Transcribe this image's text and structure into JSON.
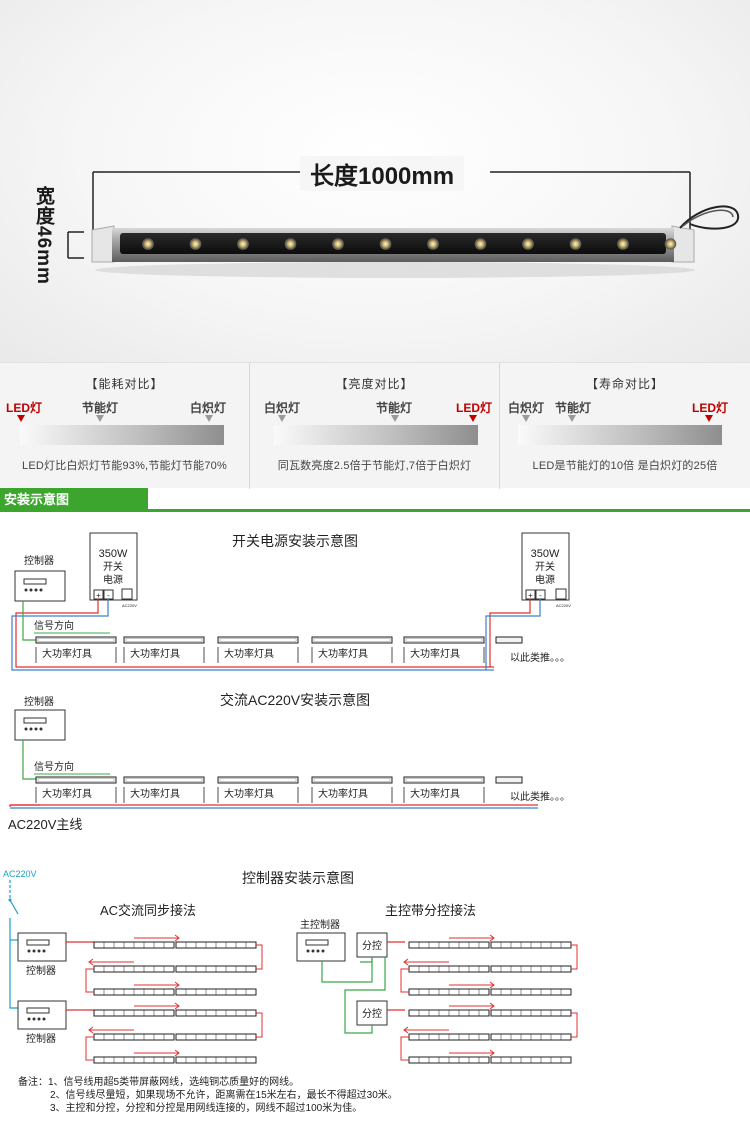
{
  "hero": {
    "length_label": "长度1000mm",
    "width_label": "宽度46mm"
  },
  "comparison": [
    {
      "title": "【能耗对比】",
      "labels": [
        {
          "text": "LED灯",
          "highlight": true
        },
        {
          "text": "节能灯",
          "highlight": false
        },
        {
          "text": "白炽灯",
          "highlight": false
        }
      ],
      "gradient_direction": "light-to-dark",
      "note": "LED灯比白炽灯节能93%,节能灯节能70%"
    },
    {
      "title": "【亮度对比】",
      "labels": [
        {
          "text": "白炽灯",
          "highlight": false
        },
        {
          "text": "节能灯",
          "highlight": false
        },
        {
          "text": "LED灯",
          "highlight": true
        }
      ],
      "gradient_direction": "light-to-dark",
      "note": "同瓦数亮度2.5倍于节能灯,7倍于白炽灯"
    },
    {
      "title": "【寿命对比】",
      "labels": [
        {
          "text": "白炽灯",
          "highlight": false
        },
        {
          "text": "节能灯",
          "highlight": false
        },
        {
          "text": "LED灯",
          "highlight": true
        }
      ],
      "gradient_direction": "light-to-dark",
      "note": "LED是节能灯的10倍 是白炽灯的25倍"
    }
  ],
  "install": {
    "header": "安装示意图",
    "diagram1": {
      "title": "开关电源安装示意图",
      "controller": "控制器",
      "psu_lines": [
        "350W",
        "开关",
        "电源"
      ],
      "psu_small": "AC220V",
      "signal": "信号方向",
      "fixture": "大功率灯具",
      "etc": "以此类推。。。"
    },
    "diagram2": {
      "title": "交流AC220V安装示意图",
      "controller": "控制器",
      "signal": "信号方向",
      "fixture": "大功率灯具",
      "etc": "以此类推。。。",
      "mainline": "AC220V主线"
    },
    "diagram3": {
      "title": "控制器安装示意图",
      "ac_label": "AC220V",
      "sync_title": "AC交流同步接法",
      "master_title": "主控带分控接法",
      "controller": "控制器",
      "master_controller": "主控制器",
      "sub_controller": "分控"
    },
    "notes": [
      "备注：1、信号线用超5类带屏蔽网线，选纯铜芯质量好的网线。",
      "2、信号线尽量短，如果现场不允许，距离需在15米左右，最长不得超过30米。",
      "3、主控和分控，分控和分控是用网线连接的，网线不超过100米为佳。"
    ]
  },
  "colors": {
    "green": "#3ca52e",
    "led_red": "#c00000",
    "wire_red": "#e03030",
    "wire_blue": "#3f7fd0",
    "wire_green": "#3aa84a",
    "ac_cyan": "#1aa0c8"
  }
}
